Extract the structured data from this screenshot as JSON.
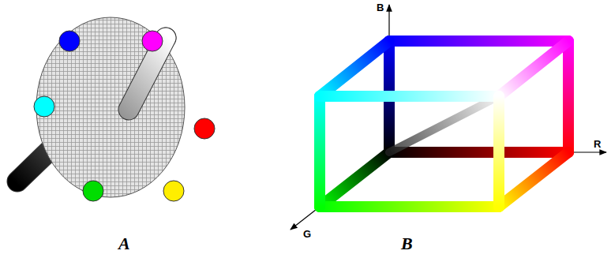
{
  "diagram": {
    "labels": [
      "B",
      "R",
      "G",
      "A",
      "B"
    ]
  }
}
